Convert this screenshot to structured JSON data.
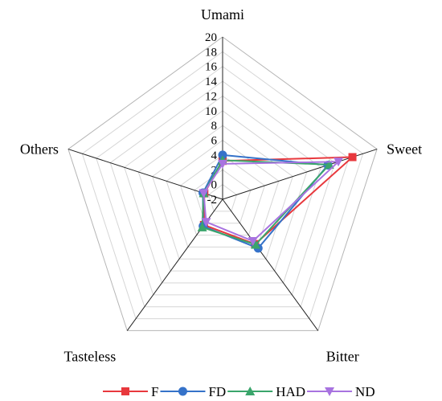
{
  "chart_data": {
    "type": "radar",
    "axes": [
      "Umami",
      "Sweet",
      "Bitter",
      "Tasteless",
      "Others"
    ],
    "r_min": -2,
    "r_max": 20,
    "ticks": [
      -2,
      0,
      2,
      4,
      6,
      8,
      10,
      12,
      14,
      16,
      18,
      20
    ],
    "tick_labels": [
      "-2",
      "0",
      "2",
      "4",
      "6",
      "8",
      "10",
      "12",
      "14",
      "16",
      "18",
      "20"
    ],
    "grid": true,
    "legend_position": "bottom",
    "series": [
      {
        "name": "F",
        "color": "#e8383d",
        "marker": "square",
        "values": [
          3.2,
          16.5,
          5.5,
          2.3,
          0.6
        ]
      },
      {
        "name": "FD",
        "color": "#3572c9",
        "marker": "circle",
        "values": [
          4.0,
          13.0,
          6.2,
          2.5,
          0.8
        ]
      },
      {
        "name": "HAD",
        "color": "#3aa56b",
        "marker": "triangle",
        "values": [
          3.3,
          13.2,
          5.6,
          2.7,
          0.7
        ]
      },
      {
        "name": "ND",
        "color": "#a873e0",
        "marker": "triangle-down",
        "values": [
          2.8,
          14.5,
          5.0,
          1.8,
          0.7
        ]
      }
    ]
  }
}
